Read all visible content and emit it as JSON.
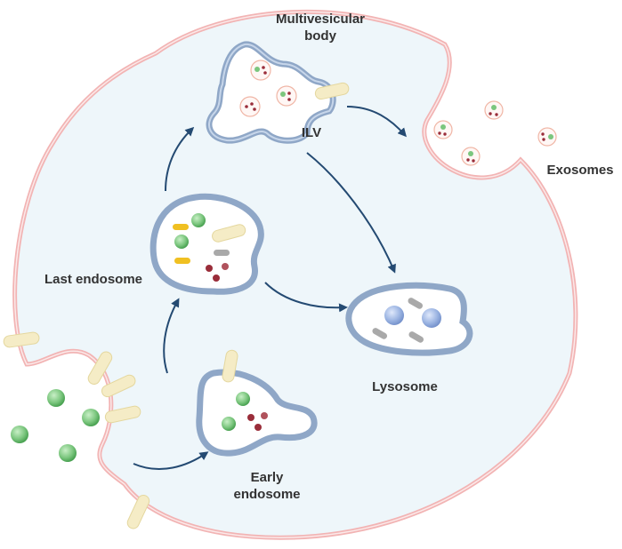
{
  "labels": {
    "multivesicular_line1": "Multivesicular",
    "multivesicular_line2": "body",
    "ilv": "ILV",
    "exosomes": "Exosomes",
    "last_endosome": "Last endosome",
    "lysosome": "Lysosome",
    "early_line1": "Early",
    "early_line2": "endosome"
  },
  "colors": {
    "cell_fill": "#eef6fa",
    "cell_membrane": "#f2b4b4",
    "vesicle_membrane": "#8fa7c7",
    "vesicle_fill": "#ffffff",
    "arrow": "#244a72",
    "green_particle": "#7bc67e",
    "red_particle": "#9a2d3a",
    "yellow_rod": "#f0c022",
    "gray_rod": "#a9a9a9",
    "blue_particle": "#9bb4e2",
    "receptor": "#f5ecc6"
  }
}
